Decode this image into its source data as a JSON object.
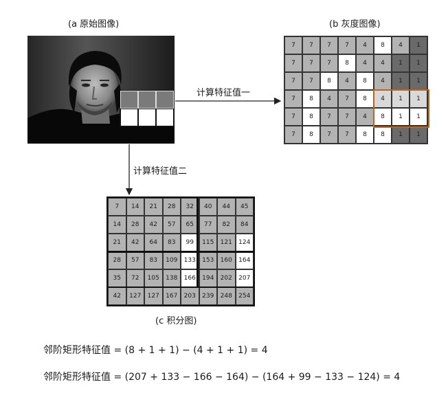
{
  "captions": {
    "a": "(a 原始图像)",
    "b": "(b 灰度图像)",
    "c": "(c 积分图)"
  },
  "arrows": {
    "feature1": "计算特征值一",
    "feature2": "计算特征值二"
  },
  "grayscale": {
    "rows": [
      [
        "7",
        "7",
        "7",
        "7",
        "4",
        "8",
        "4",
        "1"
      ],
      [
        "7",
        "7",
        "7",
        "8",
        "4",
        "4",
        "1",
        "1"
      ],
      [
        "7",
        "7",
        "8",
        "4",
        "8",
        "4",
        "1",
        "1"
      ],
      [
        "7",
        "8",
        "4",
        "7",
        "8",
        "4",
        "1",
        "1"
      ],
      [
        "7",
        "8",
        "7",
        "7",
        "4",
        "8",
        "1",
        "1"
      ],
      [
        "7",
        "8",
        "7",
        "7",
        "8",
        "8",
        "1",
        "1"
      ]
    ],
    "shades": [
      [
        "g",
        "g",
        "g",
        "g",
        "g",
        "w",
        "g",
        "d"
      ],
      [
        "g",
        "g",
        "g",
        "w",
        "g",
        "g",
        "d",
        "d"
      ],
      [
        "g",
        "g",
        "w",
        "g",
        "w",
        "g",
        "d",
        "d"
      ],
      [
        "g",
        "w",
        "g",
        "g",
        "w",
        "l",
        "l",
        "l"
      ],
      [
        "g",
        "w",
        "g",
        "g",
        "g",
        "w",
        "w",
        "w"
      ],
      [
        "g",
        "w",
        "g",
        "g",
        "w",
        "w",
        "d",
        "d"
      ]
    ],
    "highlight_color": "#c0631b"
  },
  "integral": {
    "rows": [
      [
        "7",
        "14",
        "21",
        "28",
        "32",
        "40",
        "44",
        "45"
      ],
      [
        "14",
        "28",
        "42",
        "57",
        "65",
        "77",
        "82",
        "84"
      ],
      [
        "21",
        "42",
        "64",
        "83",
        "99",
        "115",
        "121",
        "124"
      ],
      [
        "28",
        "57",
        "83",
        "109",
        "133",
        "153",
        "160",
        "164"
      ],
      [
        "35",
        "72",
        "105",
        "138",
        "166",
        "194",
        "202",
        "207"
      ],
      [
        "42",
        "127",
        "127",
        "167",
        "203",
        "239",
        "248",
        "254"
      ]
    ],
    "shades": [
      [
        "g",
        "g",
        "g",
        "g",
        "g",
        "g",
        "g",
        "g"
      ],
      [
        "g",
        "g",
        "g",
        "g",
        "g",
        "g",
        "g",
        "g"
      ],
      [
        "g",
        "g",
        "g",
        "g",
        "w",
        "g",
        "g",
        "w"
      ],
      [
        "g",
        "g",
        "g",
        "g",
        "w",
        "g",
        "g",
        "w"
      ],
      [
        "g",
        "g",
        "g",
        "g",
        "w",
        "g",
        "g",
        "w"
      ],
      [
        "g",
        "g",
        "g",
        "g",
        "g",
        "g",
        "g",
        "g"
      ]
    ]
  },
  "formulas": [
    "邻阶矩形特征值 = (8 + 1 + 1) − (4 + 1 + 1) = 4",
    "邻阶矩形特征值 = (207 + 133 − 166 − 164) − (164 + 99 − 133 − 124) = 4"
  ],
  "colors": {
    "arrow": "#222222",
    "border": "#111111"
  }
}
